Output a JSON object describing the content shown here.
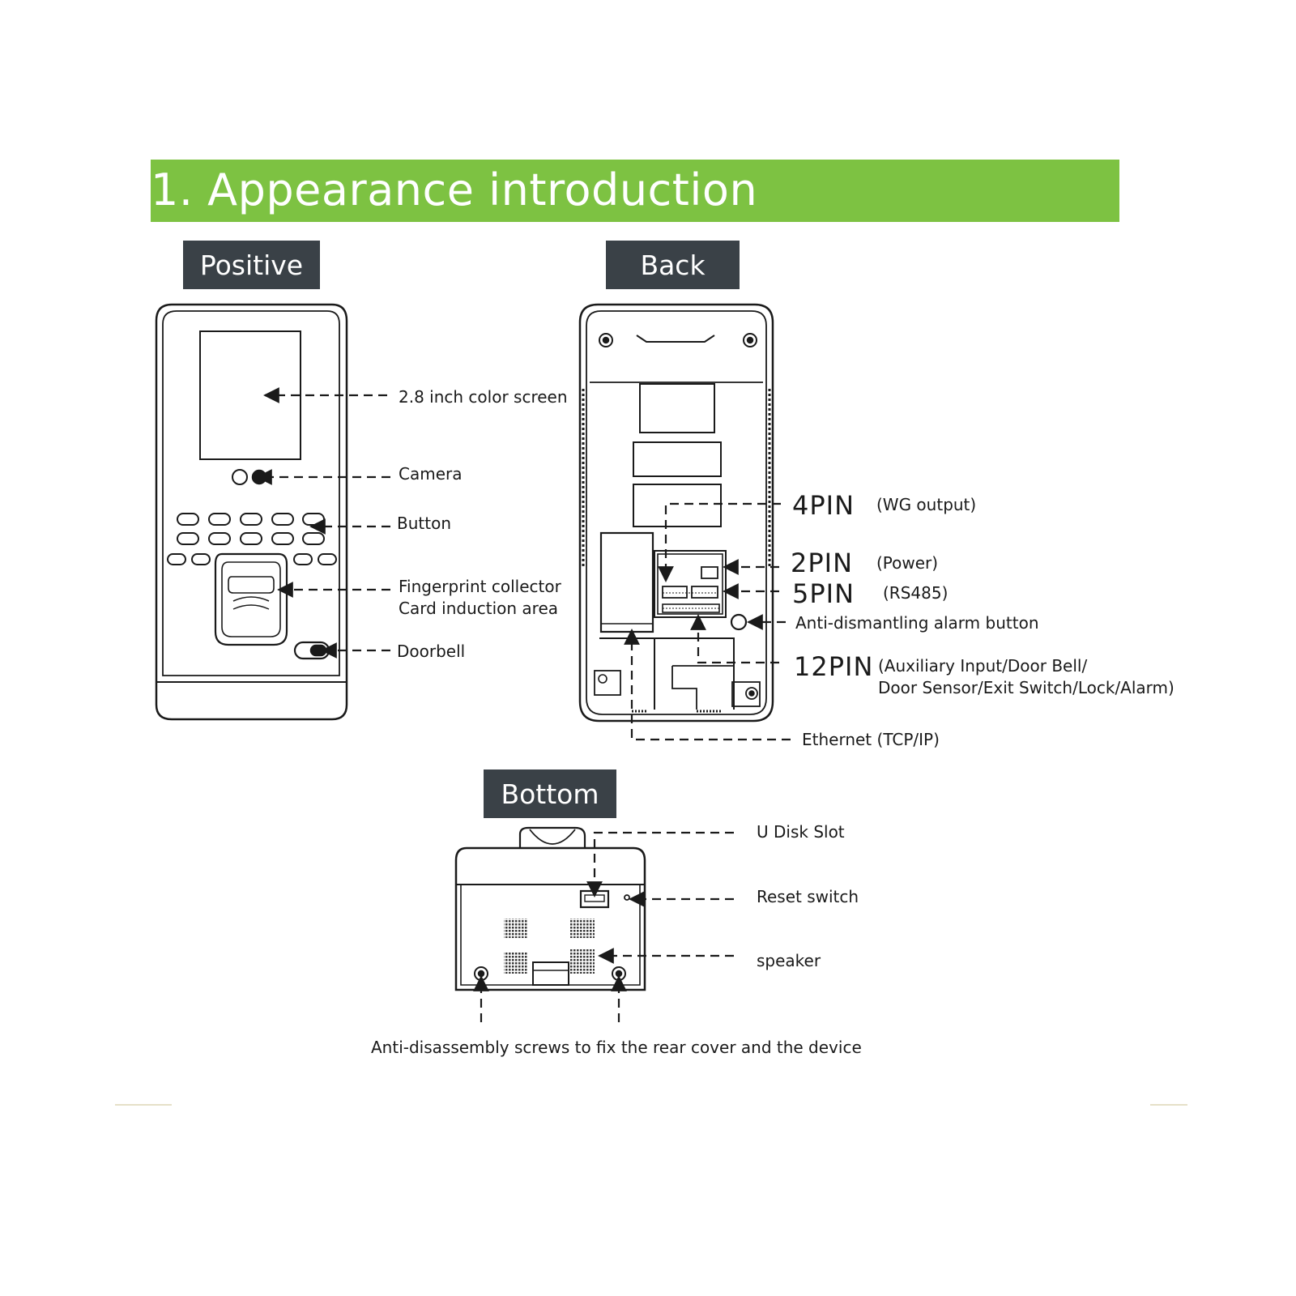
{
  "banner": {
    "title": "1. Appearance introduction",
    "color": "#7dc242"
  },
  "sections": {
    "positive": "Positive",
    "back": "Back",
    "bottom": "Bottom",
    "tag_color": "#3a4147"
  },
  "positive_labels": {
    "screen": "2.8 inch color screen",
    "camera": "Camera",
    "button": "Button",
    "fingerprint": "Fingerprint collector",
    "card": "Card induction area",
    "doorbell": "Doorbell"
  },
  "back_labels": {
    "pin4": "4PIN",
    "pin4_desc": "(WG output)",
    "pin2": "2PIN",
    "pin2_desc": "(Power)",
    "pin5": "5PIN",
    "pin5_desc": "(RS485)",
    "alarm": "Anti-dismantling alarm button",
    "pin12": "12PIN",
    "pin12_desc_line1": "(Auxiliary Input/Door Bell/",
    "pin12_desc_line2": "Door Sensor/Exit Switch/Lock/Alarm)",
    "ethernet": "Ethernet (TCP/IP)"
  },
  "bottom_labels": {
    "udisk": "U Disk Slot",
    "reset": "Reset switch",
    "speaker": "speaker",
    "screws": "Anti-disassembly screws to fix the rear cover and the device"
  }
}
